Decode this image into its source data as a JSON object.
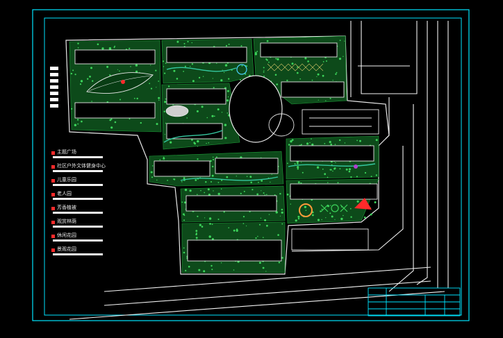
{
  "title_block": {
    "drawing_title": "",
    "drawing_number": "",
    "scale": ""
  },
  "legend": {
    "items": [
      {
        "label": "主题广场"
      },
      {
        "label": "社区户外文体健身中心"
      },
      {
        "label": "儿童乐园"
      },
      {
        "label": "老人园"
      },
      {
        "label": "芳香植被"
      },
      {
        "label": "观赏林荫"
      },
      {
        "label": "休闲花园"
      },
      {
        "label": "景观花园"
      }
    ]
  },
  "colors": {
    "frame": "#00e5ff",
    "building": "#e8e8e8",
    "vegetation": "#1f9e3a",
    "accent": "#ff2a2a",
    "path": "#35c8a0",
    "road": "#f4f4f4"
  }
}
